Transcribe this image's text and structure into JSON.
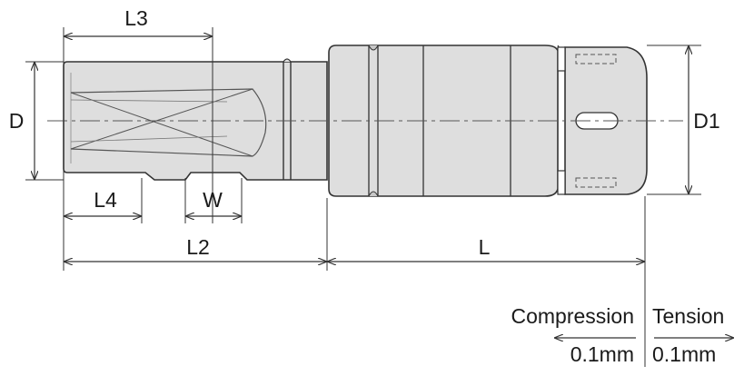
{
  "dimensions": {
    "L3": "L3",
    "D": "D",
    "D1": "D1",
    "L4": "L4",
    "W": "W",
    "L2": "L2",
    "L": "L"
  },
  "legend": {
    "compression": "Compression",
    "tension": "Tension",
    "compression_value": "0.1mm",
    "tension_value": "0.1mm"
  },
  "colors": {
    "body_fill": "#dedede",
    "outline": "#333333"
  }
}
